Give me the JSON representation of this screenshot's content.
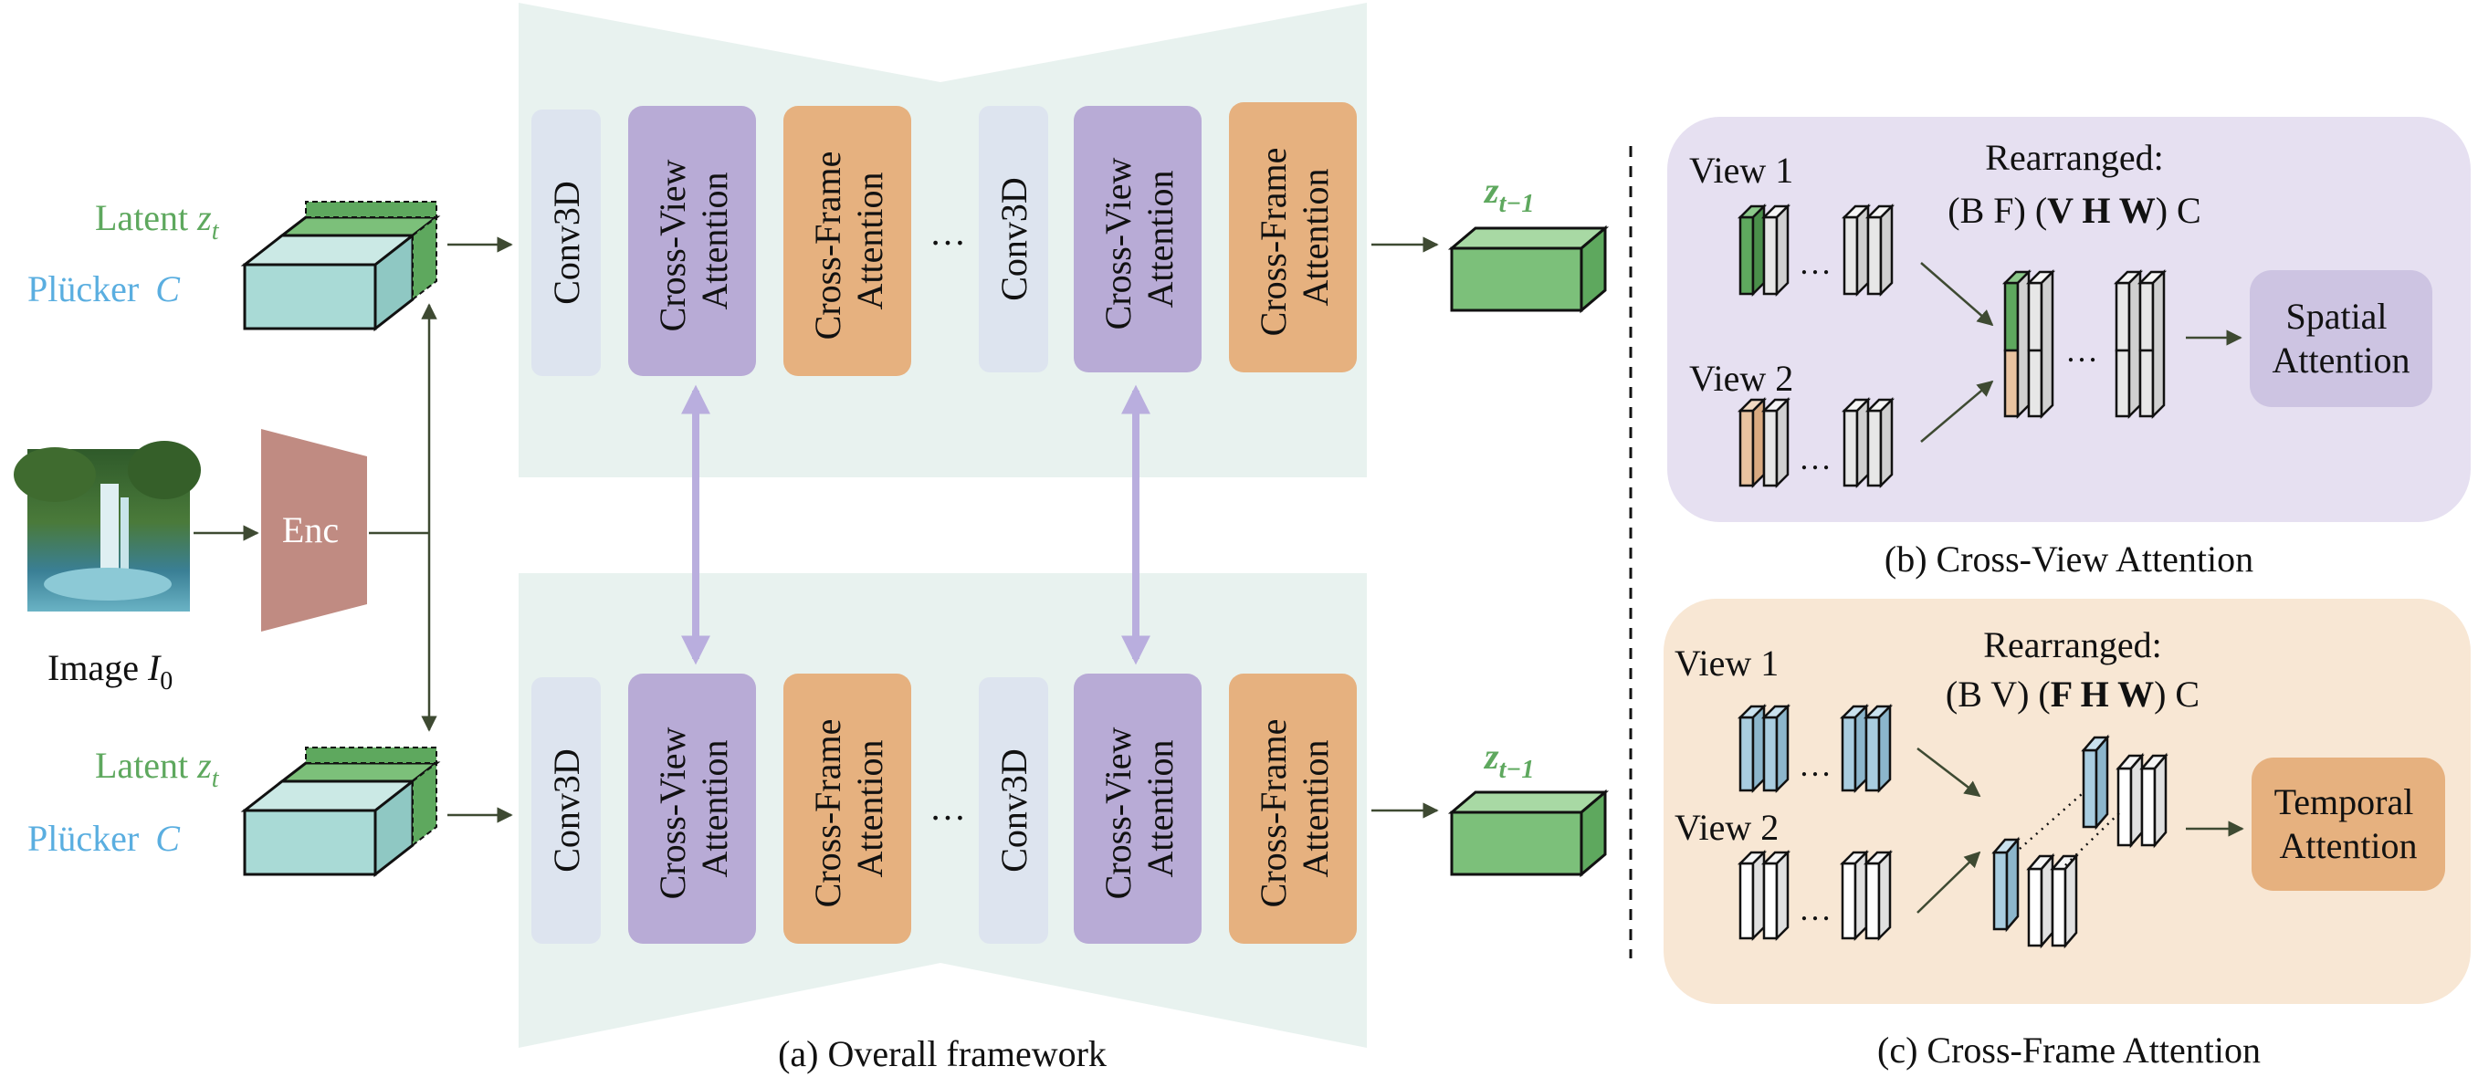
{
  "colors": {
    "latent_green": "#5ea85e",
    "latent_green_light": "#7cc07a",
    "plucker_blue": "#a9dad6",
    "cross_view_purple": "#b8abd6",
    "cross_frame_orange": "#e6b17f",
    "conv3d_gray": "#dde4ef",
    "unet_background": "#e8f2ef",
    "enc_color": "#c08b82",
    "panel_b_bg": "#e6e0f1",
    "panel_c_bg": "#f8e7d4",
    "label_green": "#5ea85e",
    "label_blue": "#5aaee0",
    "arrow_purple": "#b9aede"
  },
  "main": {
    "latent_label_top": "Latent",
    "latent_sym_top": "z",
    "latent_sub_top": "t",
    "plucker_label_top": "Plücker",
    "plucker_sym_top": "C",
    "latent_label_bottom": "Latent",
    "latent_sym_bottom": "z",
    "latent_sub_bottom": "t",
    "plucker_label_bottom": "Plücker",
    "plucker_sym_bottom": "C",
    "image_label": "Image",
    "image_sym": "I",
    "image_sub": "0",
    "enc_label": "Enc",
    "output_sym_top": "z",
    "output_sub_top": "t−1",
    "output_sym_bottom": "z",
    "output_sub_bottom": "t−1",
    "ellipsis": "…",
    "top_row": {
      "conv1": "Conv3D",
      "cv1_line1": "Cross-View",
      "cv1_line2": "Attention",
      "cf1_line1": "Cross-Frame",
      "cf1_line2": "Attention",
      "conv2": "Conv3D",
      "cv2_line1": "Cross-View",
      "cv2_line2": "Attention",
      "cf2_line1": "Cross-Frame",
      "cf2_line2": "Attention"
    },
    "bottom_row": {
      "conv1": "Conv3D",
      "cv1_line1": "Cross-View",
      "cv1_line2": "Attention",
      "cf1_line1": "Cross-Frame",
      "cf1_line2": "Attention",
      "conv2": "Conv3D",
      "cv2_line1": "Cross-View",
      "cv2_line2": "Attention",
      "cf2_line1": "Cross-Frame",
      "cf2_line2": "Attention"
    },
    "caption": "(a) Overall framework"
  },
  "panel_b": {
    "view1": "View 1",
    "view2": "View 2",
    "rearranged": "Rearranged:",
    "formula_pre": "(B F) (",
    "formula_bold": "V H W",
    "formula_post": ") C",
    "block_line1": "Spatial",
    "block_line2": "Attention",
    "caption": "(b) Cross-View Attention"
  },
  "panel_c": {
    "view1": "View 1",
    "view2": "View 2",
    "rearranged": "Rearranged:",
    "formula_pre": "(B V) (",
    "formula_bold": "F H W",
    "formula_post": ") C",
    "block_line1": "Temporal",
    "block_line2": "Attention",
    "caption": "(c) Cross-Frame Attention"
  }
}
